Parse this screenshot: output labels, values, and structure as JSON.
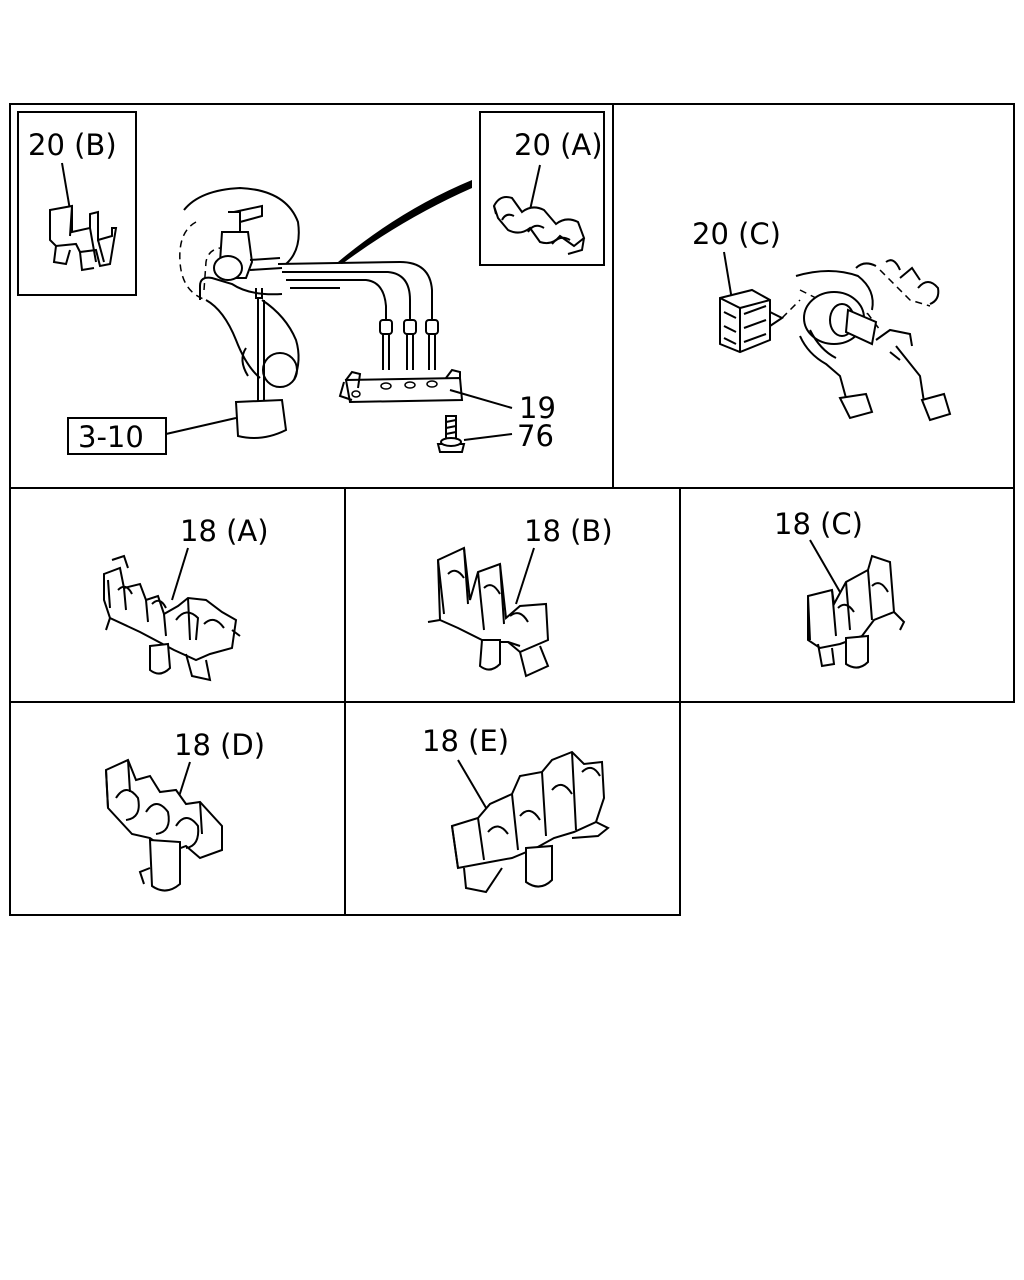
{
  "labels": {
    "p20b": "20 (B)",
    "p20a": "20 (A)",
    "p20c": "20 (C)",
    "p19": "19",
    "p76": "76",
    "p310": "3-10",
    "p18a": "18 (A)",
    "p18b": "18 (B)",
    "p18c": "18 (C)",
    "p18d": "18 (D)",
    "p18e": "18 (E)"
  }
}
